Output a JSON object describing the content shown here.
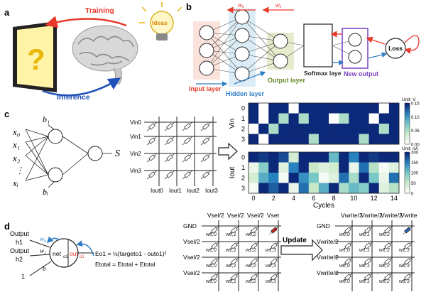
{
  "panels": {
    "a": "a",
    "b": "b",
    "c": "c",
    "d": "d"
  },
  "panel_a": {
    "training": "Training",
    "inference": "Inference",
    "question_mark": "?",
    "ideas": "Ideas"
  },
  "panel_b": {
    "w0": "w₀",
    "w1": "w₁",
    "input_layer": "Input layer",
    "hidden_layer": "Hidden layer",
    "output_layer": "Output layer",
    "softmax": "Softmax laye",
    "new_output": "New output",
    "loss": "Loss",
    "colors": {
      "input": "#e8392a",
      "hidden": "#2f7fc4",
      "output": "#6a8a2a",
      "new_output": "#7b3fbf"
    }
  },
  "panel_c": {
    "inputs": [
      "x₀",
      "x₁",
      "x₂",
      "⋮",
      "xᵢ"
    ],
    "bias_top": "b₁",
    "bias_bottom": "bᵢ",
    "output": "S",
    "row_labels": [
      "Vin0",
      "Vin1",
      "Vin2",
      "Vin3"
    ],
    "col_labels": [
      "Iout0",
      "Iout1",
      "Iout2",
      "Iout3"
    ]
  },
  "panel_d": {
    "output_h1": "Output h1",
    "output_h2": "Output h2",
    "one": "1",
    "w0": "w₀",
    "w1": "w₁",
    "b": "b",
    "net": "net",
    "net_sub": "o1",
    "out": "out",
    "out_sub": "o1",
    "eq1": "Eo1 = ½(targeto1 - outo1)²",
    "eq2": "Etotal = Etotal + Etotal",
    "update": "Update",
    "gnd": "GND",
    "vsel_half": "Vsel/2",
    "vset": "Vset",
    "vwrite_half": "Vwrite/2",
    "vwrite": "Vwrite",
    "weights": [
      [
        "w0,0",
        "w0,1",
        "w0,2",
        "w0,3"
      ],
      [
        "w1,0",
        "w1,1",
        "w1,2",
        "w1,3"
      ],
      [
        "w2,0",
        "w2,1",
        "w2,2",
        "w2,3"
      ],
      [
        "w3,0",
        "w3,1",
        "w3,2",
        "w3,3"
      ]
    ]
  },
  "chart_data": [
    {
      "type": "heatmap",
      "ylabel": "Vin",
      "colorbar_label": "Unit: V",
      "colorbar_ticks": [
        0.0,
        0.05,
        0.1,
        0.15
      ],
      "range": [
        0,
        0.15
      ],
      "rows": [
        0,
        1,
        2,
        3
      ],
      "x_ticks": [
        0,
        2,
        4,
        6,
        8,
        10,
        12,
        14
      ],
      "values": [
        [
          0.15,
          0.0,
          0.15,
          0.15,
          0.0,
          0.15,
          0.15,
          0.15,
          0.15,
          0.15,
          0.15,
          0.15,
          0.15,
          0.0,
          0.15
        ],
        [
          0.15,
          0.0,
          0.15,
          0.05,
          0.15,
          0.05,
          0.15,
          0.15,
          0.0,
          0.05,
          0.15,
          0.15,
          0.0,
          0.15,
          0.15
        ],
        [
          0.0,
          0.15,
          0.05,
          0.15,
          0.15,
          0.15,
          0.15,
          0.15,
          0.15,
          0.15,
          0.15,
          0.15,
          0.15,
          0.05,
          0.15
        ],
        [
          0.15,
          0.0,
          0.15,
          0.15,
          0.15,
          0.15,
          0.05,
          0.15,
          0.15,
          0.15,
          0.15,
          0.05,
          0.15,
          0.15,
          0.15
        ]
      ]
    },
    {
      "type": "heatmap",
      "ylabel": "Iout",
      "xlabel": "Cycles",
      "colorbar_label": "Unit: nA",
      "colorbar_ticks": [
        0,
        50,
        100,
        150,
        200
      ],
      "range": [
        0,
        200
      ],
      "rows": [
        0,
        1,
        2,
        3
      ],
      "x_ticks": [
        0,
        2,
        4,
        6,
        8,
        10,
        12,
        14
      ],
      "values": [
        [
          200,
          190,
          200,
          180,
          40,
          200,
          200,
          200,
          110,
          200,
          150,
          200,
          190,
          200,
          200
        ],
        [
          20,
          90,
          200,
          30,
          150,
          200,
          50,
          30,
          40,
          200,
          20,
          160,
          60,
          10,
          30
        ],
        [
          40,
          120,
          150,
          10,
          200,
          140,
          100,
          10,
          30,
          160,
          70,
          200,
          100,
          20,
          160
        ],
        [
          10,
          200,
          170,
          200,
          20,
          160,
          50,
          120,
          200,
          70,
          110,
          90,
          200,
          30,
          60
        ]
      ]
    }
  ]
}
